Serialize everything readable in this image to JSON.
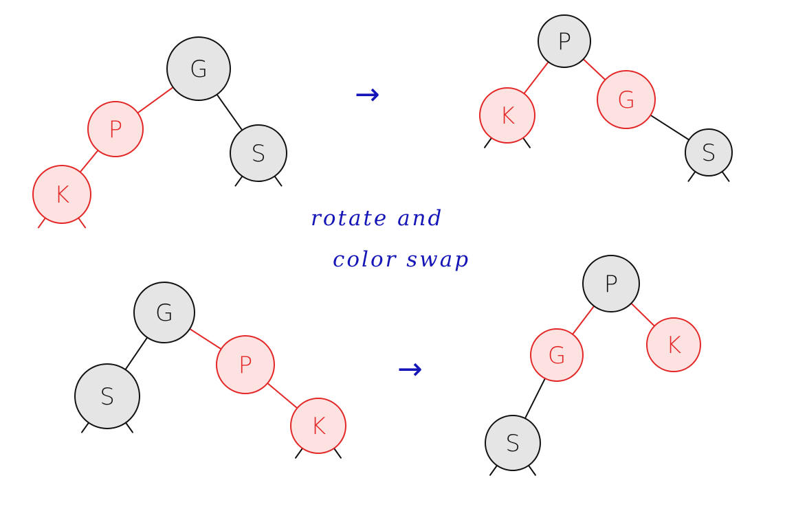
{
  "colors": {
    "red_stroke": "#e32626",
    "red_fill": "#fde2e2",
    "black_stroke": "#111111",
    "black_fill": "#e5e5e5",
    "annotation_blue": "#1515b8"
  },
  "caption": {
    "line1": "rotate and",
    "line2": "color swap"
  },
  "arrows": {
    "top": "→",
    "bottom": "→"
  },
  "diagrams": [
    {
      "name": "top-before",
      "nodes": [
        {
          "id": "G",
          "label": "G",
          "color": "black"
        },
        {
          "id": "P",
          "label": "P",
          "color": "red"
        },
        {
          "id": "K",
          "label": "K",
          "color": "red"
        },
        {
          "id": "S",
          "label": "S",
          "color": "black"
        }
      ],
      "edges": [
        {
          "from": "G",
          "to": "P",
          "color": "red"
        },
        {
          "from": "P",
          "to": "K",
          "color": "red"
        },
        {
          "from": "G",
          "to": "S",
          "color": "black"
        }
      ]
    },
    {
      "name": "top-after",
      "nodes": [
        {
          "id": "P",
          "label": "P",
          "color": "black"
        },
        {
          "id": "K",
          "label": "K",
          "color": "red"
        },
        {
          "id": "G",
          "label": "G",
          "color": "red"
        },
        {
          "id": "S",
          "label": "S",
          "color": "black"
        }
      ],
      "edges": [
        {
          "from": "P",
          "to": "K",
          "color": "red"
        },
        {
          "from": "P",
          "to": "G",
          "color": "red"
        },
        {
          "from": "G",
          "to": "S",
          "color": "black"
        }
      ]
    },
    {
      "name": "bottom-before",
      "nodes": [
        {
          "id": "G",
          "label": "G",
          "color": "black"
        },
        {
          "id": "S",
          "label": "S",
          "color": "black"
        },
        {
          "id": "P",
          "label": "P",
          "color": "red"
        },
        {
          "id": "K",
          "label": "K",
          "color": "red"
        }
      ],
      "edges": [
        {
          "from": "G",
          "to": "S",
          "color": "black"
        },
        {
          "from": "G",
          "to": "P",
          "color": "red"
        },
        {
          "from": "P",
          "to": "K",
          "color": "red"
        }
      ]
    },
    {
      "name": "bottom-after",
      "nodes": [
        {
          "id": "P",
          "label": "P",
          "color": "black"
        },
        {
          "id": "G",
          "label": "G",
          "color": "red"
        },
        {
          "id": "K",
          "label": "K",
          "color": "red"
        },
        {
          "id": "S",
          "label": "S",
          "color": "black"
        }
      ],
      "edges": [
        {
          "from": "P",
          "to": "G",
          "color": "red"
        },
        {
          "from": "P",
          "to": "K",
          "color": "red"
        },
        {
          "from": "G",
          "to": "S",
          "color": "black"
        }
      ]
    }
  ]
}
